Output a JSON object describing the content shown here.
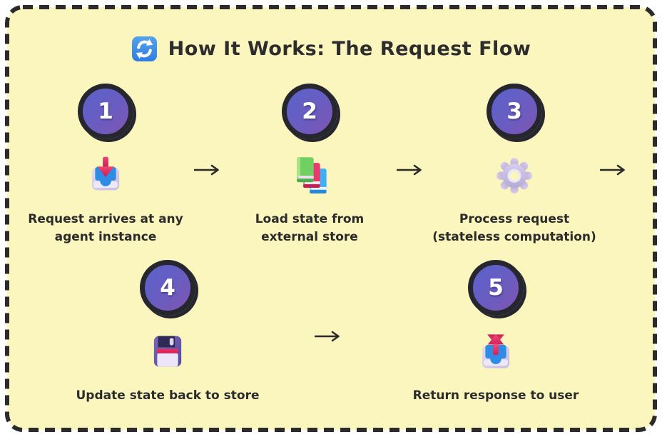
{
  "title": {
    "text": "How It Works: The Request Flow",
    "icon": "counterclockwise-arrows-icon"
  },
  "colors": {
    "canvas_background": "#FBF5BE",
    "outer_background": "#FFFFFF",
    "dashed_border": "#2B2B2B",
    "circle_gradient_start": "#5A63CB",
    "circle_gradient_end": "#7E55B2",
    "circle_ring": "#26262E",
    "number_text": "#FFFFFF",
    "caption_text": "#2B2B2B",
    "arrow": "#2B2B2B",
    "title_icon_blue": "#3D8FE8"
  },
  "steps": [
    {
      "number": "1",
      "icon": "inbox-tray-icon",
      "lines": [
        "Request arrives at any",
        "agent instance"
      ]
    },
    {
      "number": "2",
      "icon": "books-icon",
      "lines": [
        "Load state from",
        "external store"
      ]
    },
    {
      "number": "3",
      "icon": "gear-icon",
      "lines": [
        "Process request",
        "(stateless computation)"
      ]
    },
    {
      "number": "4",
      "icon": "floppy-disk-icon",
      "lines": [
        "Update state back to store"
      ]
    },
    {
      "number": "5",
      "icon": "outbox-tray-icon",
      "lines": [
        "Return response to user"
      ]
    }
  ],
  "flow": {
    "arrow_count": 4,
    "direction": "left-to-right, wrapping to second row"
  }
}
